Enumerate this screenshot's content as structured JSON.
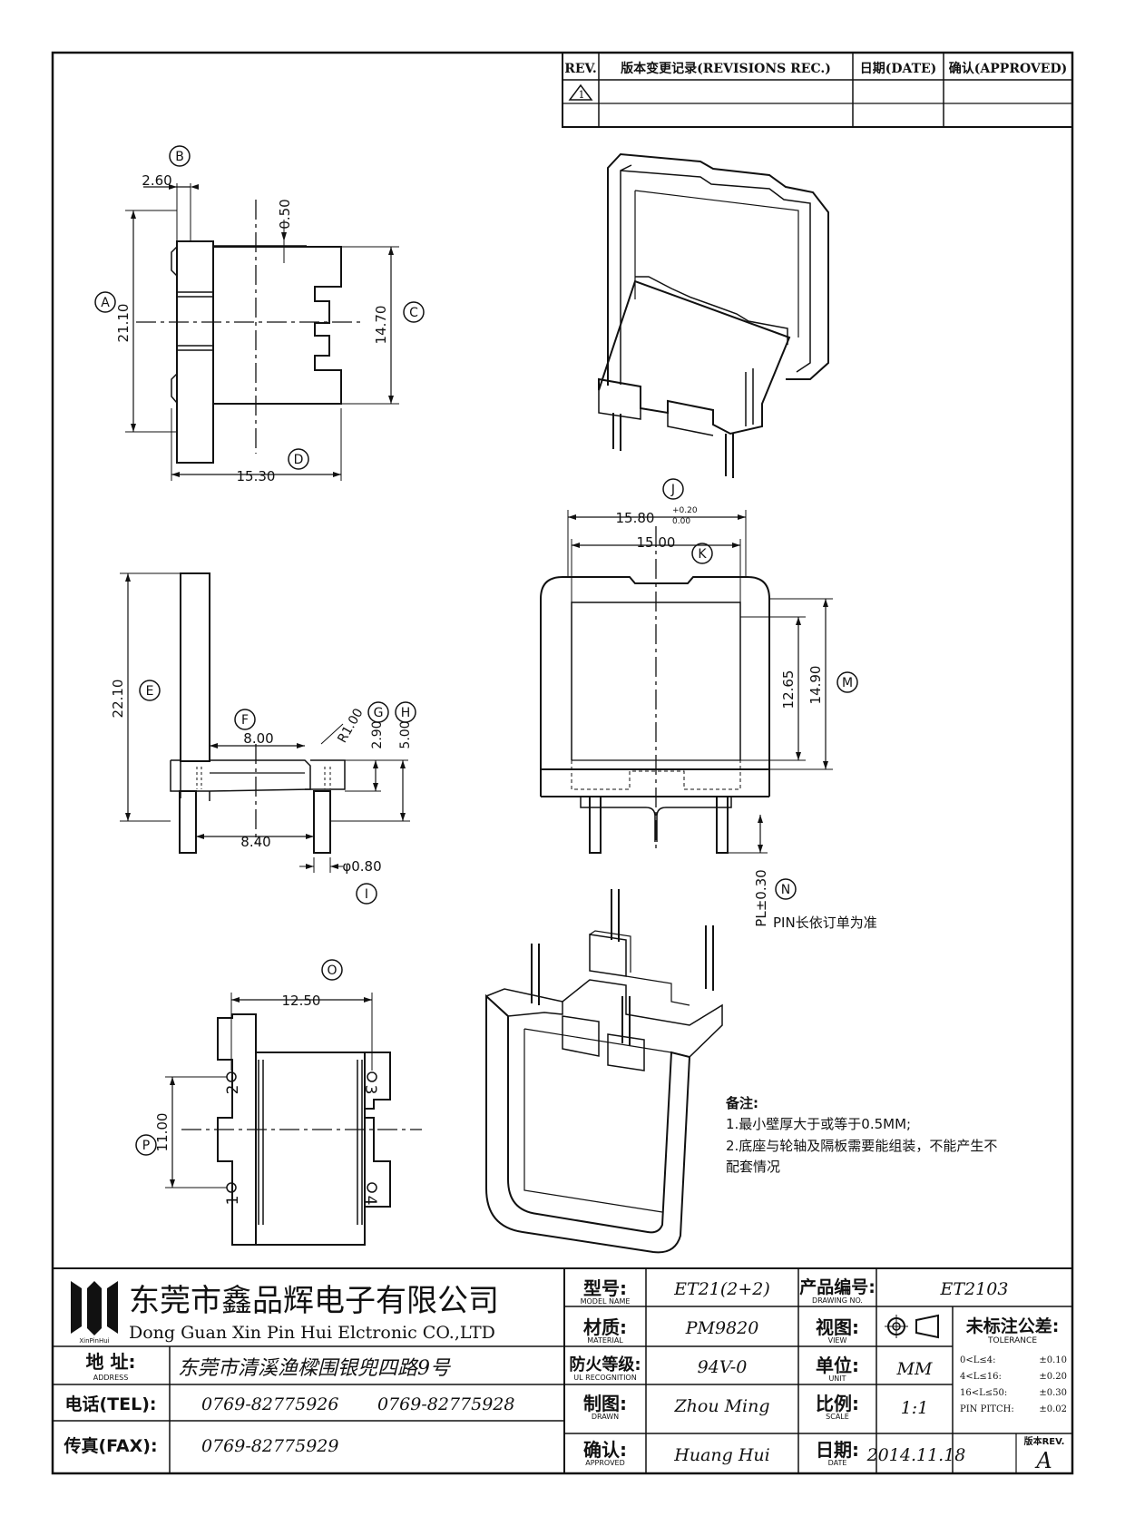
{
  "revision_table": {
    "col_rev": "REV.",
    "col_record": "版本变更记录(REVISIONS REC.)",
    "col_date": "日期(DATE)",
    "col_approved": "确认(APPROVED)",
    "row1_rev": "1"
  },
  "top_view": {
    "label_a": "A",
    "label_b": "B",
    "label_c": "C",
    "label_d": "D",
    "dim_260": "2.60",
    "dim_050": "0.50",
    "dim_2110": "21.10",
    "dim_1470": "14.70",
    "dim_1530": "15.30"
  },
  "side_view": {
    "label_e": "E",
    "label_f": "F",
    "label_g": "G",
    "label_h": "H",
    "label_i": "I",
    "dim_2210": "22.10",
    "dim_800": "8.00",
    "dim_r100": "R1.00",
    "dim_290": "2.90",
    "dim_500": "5.00",
    "dim_840": "8.40",
    "dim_pin": "φ0.80"
  },
  "front_view": {
    "label_j": "J",
    "label_k": "K",
    "label_m": "M",
    "label_n": "N",
    "dim_1580": "15.80",
    "tol_plus": "+0.20",
    "tol_minus": "0.00",
    "dim_1500": "15.00",
    "dim_1265": "12.65",
    "dim_1490": "14.90",
    "dim_pl": "PL±0.30",
    "pin_note": "PIN长依订单为准"
  },
  "bottom_view": {
    "label_o": "O",
    "label_p": "P",
    "dim_1250": "12.50",
    "dim_1100": "11.00",
    "pin1": "1",
    "pin2": "2",
    "pin3": "3",
    "pin4": "4"
  },
  "notes": {
    "title": "备注:",
    "line1": "1.最小壁厚大于或等于0.5MM;",
    "line2": "2.底座与轮轴及隔板需要能组装，不能产生不",
    "line3": "配套情况"
  },
  "company": {
    "logo_text": "XinPinHui",
    "name_cn": "东莞市鑫品辉电子有限公司",
    "name_en": "Dong Guan Xin Pin Hui Elctronic CO.,LTD",
    "address_label": "地 址:",
    "address_label_en": "ADDRESS",
    "address": "东莞市清溪渔樑围银兜四路9号",
    "tel_label": "电话(TEL):",
    "tel1": "0769-82775926",
    "tel2": "0769-82775928",
    "fax_label": "传真(FAX):",
    "fax": "0769-82775929"
  },
  "title_block": {
    "model_label": "型号:",
    "model_label_en": "MODEL NAME",
    "model": "ET21(2+2)",
    "drawing_no_label": "产品编号:",
    "drawing_no_label_en": "DRAWING NO.",
    "drawing_no": "ET2103",
    "material_label": "材质:",
    "material_label_en": "MATERIAL",
    "material": "PM9820",
    "view_label": "视图:",
    "view_label_en": "VIEW",
    "tolerance_label": "未标注公差:",
    "tolerance_label_en": "TOLERANCE",
    "fire_label": "防火等级:",
    "fire_label_en": "UL RECOGNITION",
    "fire": "94V-0",
    "unit_label": "单位:",
    "unit_label_en": "UNIT",
    "unit": "MM",
    "drawn_label": "制图:",
    "drawn_label_en": "DRAWN",
    "drawn": "Zhou Ming",
    "scale_label": "比例:",
    "scale_label_en": "SCALE",
    "scale": "1:1",
    "approved_label": "确认:",
    "approved_label_en": "APPROVED",
    "approved": "Huang Hui",
    "date_label": "日期:",
    "date_label_en": "DATE",
    "date": "2014.11.18",
    "rev_label": "版本REV.",
    "rev": "A",
    "tol_rows": [
      {
        "range": "0<L≤4:",
        "value": "±0.10"
      },
      {
        "range": "4<L≤16:",
        "value": "±0.20"
      },
      {
        "range": "16<L≤50:",
        "value": "±0.30"
      },
      {
        "range": "PIN PITCH:",
        "value": "±0.02"
      }
    ]
  }
}
